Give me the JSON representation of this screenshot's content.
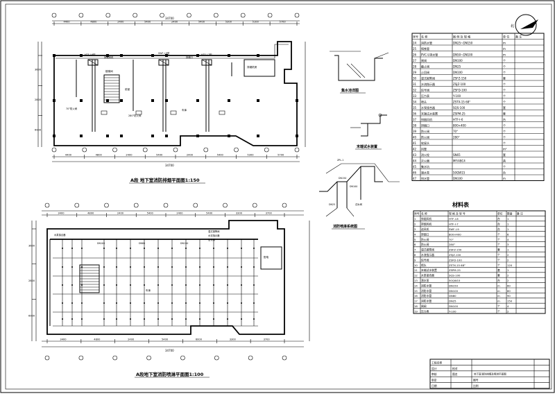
{
  "drawing": {
    "plan_a_title": "A段 地下室消防排烟平面图1:150",
    "plan_b_title": "A段地下室消防喷淋平面图1:100",
    "detail_1_title": "集水池详图",
    "detail_2_title": "末端试水装置",
    "detail_3_title": "消防喷淋系统图",
    "materials_title": "材料表",
    "total_dim_a": "34700",
    "total_dim_b": "34700",
    "dims_top_a": [
      "4400",
      "4800",
      "2400",
      "5400",
      "2400",
      "5400",
      "5300",
      "5100",
      "5700"
    ],
    "dims_bottom_a": [
      "4400",
      "4800",
      "2400",
      "5400",
      "2400",
      "5400",
      "5300",
      "5700"
    ],
    "dims_top_b": [
      "3400",
      "4800",
      "2400",
      "5400",
      "2400",
      "5400",
      "3300",
      "3700"
    ],
    "dims_bottom_b": [
      "3400",
      "4800",
      "2400",
      "5400",
      "6000",
      "3300",
      "3700"
    ],
    "side_dims_a": [
      "3600",
      "2800",
      "6900"
    ],
    "side_dims_b": [
      "3600",
      "2800",
      "6900"
    ],
    "room_labels_a": [
      "楼梯间",
      "前室",
      "车库",
      "排烟机房"
    ],
    "room_labels_b": [
      "车库",
      "配电"
    ],
    "equipment_labels_a": [
      "HTF-Ⅰ-6型",
      "排烟风机",
      "SWF-Ⅰ-9型",
      "排烟口",
      "HTF-Ⅰ-7型",
      "70°防火阀",
      "280°防火阀"
    ],
    "equipment_labels_b": [
      "湿式报警阀",
      "水流指示器",
      "信号阀",
      "水泵接合器",
      "DN100",
      "DN80",
      "DN150"
    ],
    "riser_labels": [
      "ZPL-1",
      "DN150",
      "DN100",
      "DN25",
      "试水阀"
    ]
  },
  "legend_table": {
    "headers": [
      "序号",
      "名 称",
      "图 例 及 规 格",
      "单 位",
      "备 注"
    ],
    "rows": [
      [
        "24",
        "消防水管",
        "DN25~DN150",
        "m",
        ""
      ],
      [
        "25",
        "铸铁管",
        "",
        "m",
        ""
      ],
      [
        "26",
        "PVC-U排水管",
        "DN50~DN100",
        "m",
        ""
      ],
      [
        "27",
        "闸阀",
        "DN100",
        "个",
        ""
      ],
      [
        "28",
        "截止阀",
        "DN25",
        "个",
        ""
      ],
      [
        "29",
        "止回阀",
        "DN100",
        "个",
        ""
      ],
      [
        "30",
        "湿式报警阀",
        "ZSFZ-150",
        "套",
        ""
      ],
      [
        "31",
        "水流指示器",
        "ZSJZ-100",
        "个",
        ""
      ],
      [
        "32",
        "信号阀",
        "ZSFD-100",
        "个",
        ""
      ],
      [
        "33",
        "压力表",
        "Y-100",
        "个",
        ""
      ],
      [
        "34",
        "喷头",
        "ZSTX-15 68°",
        "个",
        ""
      ],
      [
        "35",
        "水泵接合器",
        "SQS-100",
        "套",
        ""
      ],
      [
        "36",
        "末端试水装置",
        "ZSPM-25",
        "套",
        ""
      ],
      [
        "37",
        "排烟风机",
        "HTF-Ⅰ-6",
        "台",
        ""
      ],
      [
        "38",
        "排烟口",
        "800×400",
        "个",
        ""
      ],
      [
        "39",
        "防火阀",
        "70°",
        "个",
        ""
      ],
      [
        "40",
        "防火阀",
        "280°",
        "个",
        ""
      ],
      [
        "41",
        "软接头",
        "",
        "个",
        ""
      ],
      [
        "42",
        "风管",
        "",
        "m²",
        ""
      ],
      [
        "43",
        "消火栓",
        "SN65",
        "套",
        ""
      ],
      [
        "44",
        "灭火器",
        "MF/ABC4",
        "具",
        ""
      ],
      [
        "45",
        "集水坑",
        "",
        "个",
        ""
      ],
      [
        "46",
        "潜水泵",
        "50QW15",
        "台",
        ""
      ],
      [
        "47",
        "排水管",
        "DN100",
        "m",
        ""
      ]
    ]
  },
  "materials_table": {
    "headers": [
      "序号",
      "名 称",
      "规 格 及 型 号",
      "单位",
      "数量",
      "备 注"
    ],
    "rows": [
      [
        "1",
        "排烟风机",
        "HTF-Ⅰ-6",
        "台",
        "1",
        ""
      ],
      [
        "2",
        "排烟风机",
        "HTF-Ⅰ-7",
        "台",
        "1",
        ""
      ],
      [
        "3",
        "送风机",
        "SWF-Ⅰ-9",
        "台",
        "1",
        ""
      ],
      [
        "4",
        "排烟口",
        "800×400",
        "个",
        "6",
        ""
      ],
      [
        "5",
        "防火阀",
        "70°",
        "个",
        "4",
        ""
      ],
      [
        "6",
        "防火阀",
        "280°",
        "个",
        "3",
        ""
      ],
      [
        "7",
        "湿式报警阀",
        "ZSFZ-150",
        "套",
        "1",
        ""
      ],
      [
        "8",
        "水流指示器",
        "ZSJZ-100",
        "个",
        "2",
        ""
      ],
      [
        "9",
        "信号阀",
        "ZSFD-100",
        "个",
        "2",
        ""
      ],
      [
        "10",
        "喷头",
        "ZSTX-15 68°",
        "个",
        "120",
        ""
      ],
      [
        "11",
        "末端试水装置",
        "ZSPM-25",
        "套",
        "1",
        ""
      ],
      [
        "12",
        "水泵接合器",
        "SQS-100",
        "套",
        "2",
        ""
      ],
      [
        "13",
        "潜水泵",
        "50QW15",
        "台",
        "2",
        ""
      ],
      [
        "14",
        "消防水管",
        "DN150",
        "m",
        "60",
        ""
      ],
      [
        "15",
        "消防水管",
        "DN100",
        "m",
        "80",
        ""
      ],
      [
        "16",
        "消防水管",
        "DN80",
        "m",
        "90",
        ""
      ],
      [
        "17",
        "消防水管",
        "DN25",
        "m",
        "150",
        ""
      ],
      [
        "18",
        "闸阀",
        "DN100",
        "个",
        "4",
        ""
      ],
      [
        "19",
        "压力表",
        "Y-100",
        "个",
        "2",
        ""
      ]
    ]
  },
  "title_block": {
    "rows": [
      [
        "工程名称",
        "",
        ""
      ],
      [
        "设计",
        "校对",
        ""
      ],
      [
        "审核",
        "图名",
        ""
      ],
      [
        "审定",
        "",
        "图号"
      ],
      [
        "日期",
        "",
        "比例"
      ]
    ],
    "drawing_name": "地下室消防排烟及喷淋平面图"
  },
  "north_label": "北"
}
